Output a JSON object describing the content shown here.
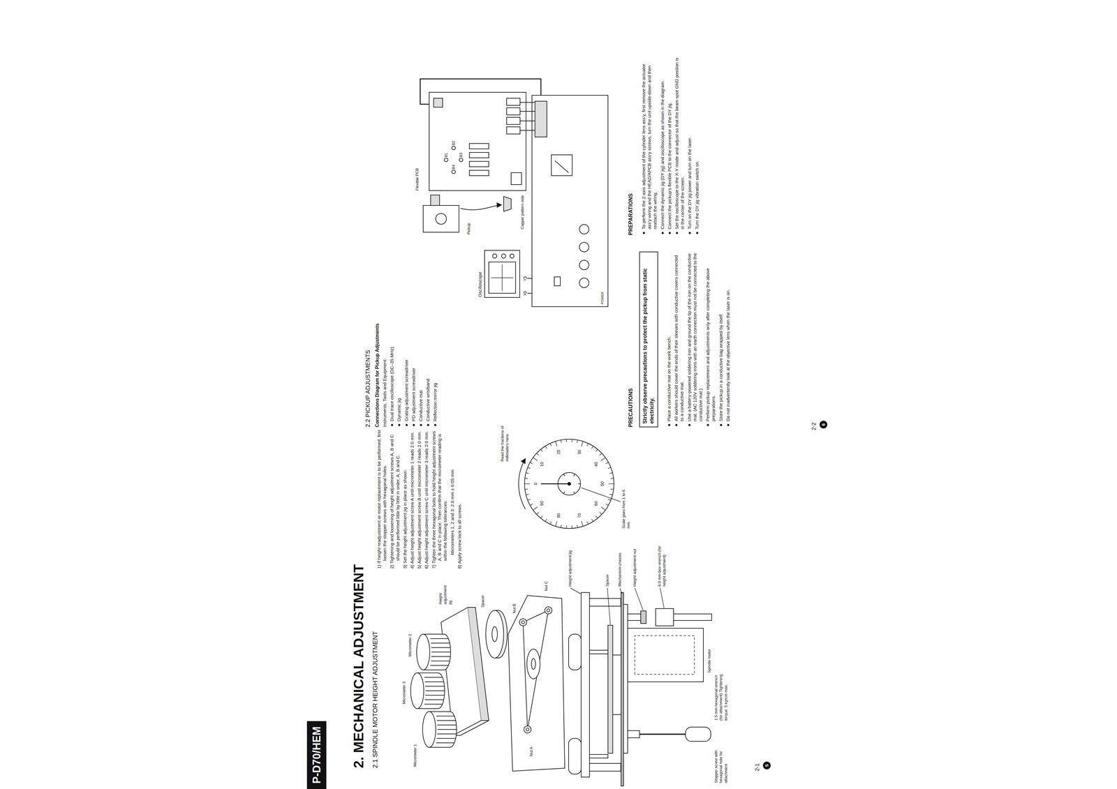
{
  "diagram": {
    "nodes": [
      {
        "text": [
          "Strictly observe precautions to protect the pickup from static electricity."
        ]
      },
      {
        "text": [
          "Oscilloscope"
        ]
      }
    ],
    "labels": [
      "P-D70/HEM",
      "2. MECHANICAL ADJUSTMENT",
      "2.1 SPINDLE MOTOR HEIGHT ADJUSTMENT",
      "Micrometer 3",
      "Micrometer 2",
      "Micrometer 1",
      "Height adjustment jig",
      "Spacer",
      "Nut A",
      "Nut B",
      "Nut C",
      "1) If height readjustment or motor replacement is to be performed, first loosen the stopper screws with hexagonal holes.",
      "2) Tightening and loosening of height adjustment screws A, B and C should be performed little by little in order, A, B and C.",
      "3) Set the height adjustment jig in place as shown.",
      "4) Adjust height adjustment screw A until micrometer 1 reads 2.0 mm.",
      "5) Adjust height adjustment screw B until micrometer 2 reads 2.0 mm.",
      "6) Adjust height adjustment screw C until micrometer 3 reads 2.0 mm.",
      "7) Tighten the three hexagonal bolts to hold height adjustment screws A, B and C in place. Then confirm that the micrometer reading is within the following tolerances:",
      "Micrometers 1, 2 and 3: 2.0 mm ± 0.05 mm",
      "8) Apply screw lock to all screws.",
      "Read the fractions of millimeters here.",
      "0",
      "10",
      "20",
      "30",
      "40",
      "50",
      "60",
      "70",
      "80",
      "90",
      "Scale goes from 1 to 6 mm",
      "Height adjustment jig",
      "Spacer",
      "Mechanism chassis",
      "Height adjustment nut",
      "6.0 mm box wrench (for height adjustment)",
      "Spindle motor",
      "1.5 mm hexagonal wrench (for attachment) Tightening torque: 5 kg•cm max.",
      "Stopper screw with hexagonal hole for attachment",
      "2-1",
      "5",
      "2.2 PICKUP ADJUSTMENTS",
      "Connections Diagram for Pickup Adjustments",
      "Instruments, Tools and Equipment:",
      "Dual trace oscilloscope (DC–35 MHz)",
      "Dynamic jig",
      "Grating adjustment screwdriver",
      "PD adjustment screwdriver",
      "Conductive mat",
      "Conductive wristband",
      "Reflection mirror jig",
      "X",
      "Y",
      "POWER",
      "Pickup",
      "Flexible PCB",
      "Copper pattern side",
      "B1",
      "B4",
      "B2",
      "B3",
      "PRECAUTIONS",
      "Place a conductive mat on the work bench.",
      "All workers should cover the ends of their sleeves with conductive covers connected to a conductive mat.",
      "Use a battery-powered soldering iron and ground the tip of the iron on the conductive mat. (AC 120V soldering irons with an earth connection must not be connected to the conductive mat.)",
      "Perform pickup replacement and adjustments only after completing the above preparations.",
      "Store the pickup in a conductive bag wrapped by itself.",
      "Do not inadvertently look at the objective lens when the laser is on.",
      "PREPARATIONS",
      "To perform the Z-axis adjustment of the cylinder lens ass'y, first remove the actuator ass'y wiring and the HEAD/APCB ass'y screws, turn the unit upside-down and then reattach the wiring.",
      "Connect the dynamic jig (DY jig) and oscilloscope as shown in the diagram.",
      "Connect the pickup's flexible PCB to the connector of the DY jig.",
      "Set the oscilloscope to the X-Y mode and adjust so that the beam spot GND position is in the center of the screen.",
      "Turn on the DY jig power and turn on the laser.",
      "Turn the DY jig vibration switch on.",
      "2-2",
      "6"
    ]
  }
}
